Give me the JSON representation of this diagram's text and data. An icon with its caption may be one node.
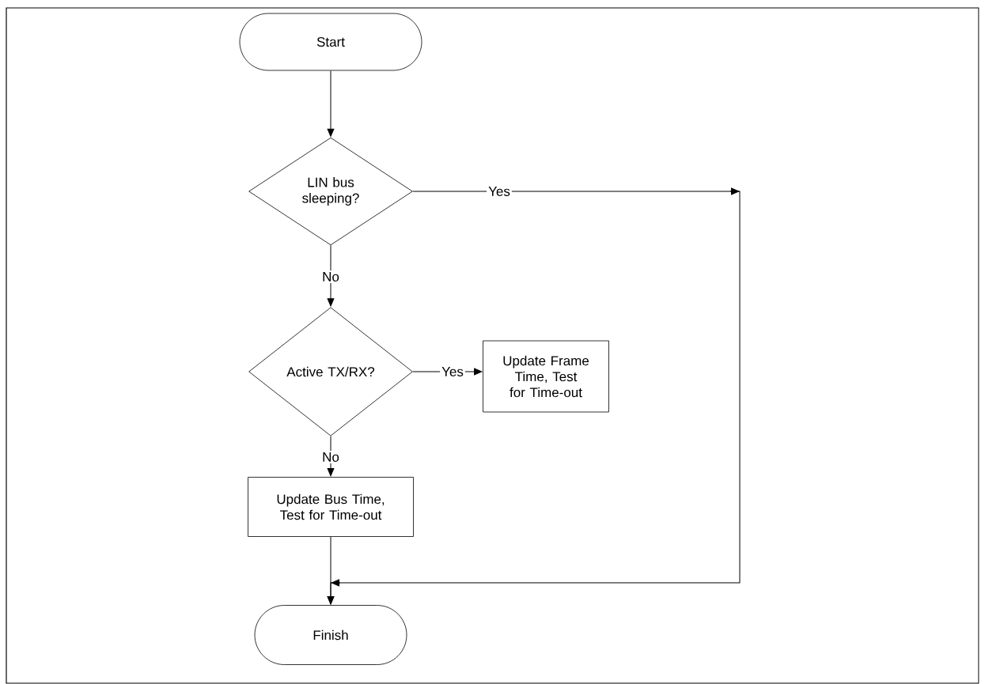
{
  "diagram": {
    "nodes": [
      {
        "text": [
          "Start"
        ]
      },
      {
        "text": [
          "LIN bus sleeping?"
        ]
      },
      {
        "text": [
          "Active TX/RX?"
        ]
      },
      {
        "text": [
          "Update Frame Time, Test for Time-out"
        ]
      },
      {
        "text": [
          "Update Bus Time, Test for Time-out"
        ]
      },
      {
        "text": [
          "Finish"
        ]
      }
    ],
    "edges": [
      {
        "from": 0,
        "to": 1,
        "arrow": "to"
      },
      {
        "from": 1,
        "to": 5,
        "arrow": "to",
        "label": "Yes"
      },
      {
        "from": 1,
        "to": 2,
        "arrow": "to",
        "label": "No"
      },
      {
        "from": 2,
        "to": 3,
        "arrow": "to",
        "label": "Yes"
      },
      {
        "from": 2,
        "to": 4,
        "arrow": "to",
        "label": "No"
      },
      {
        "from": 4,
        "to": 5,
        "arrow": "to"
      }
    ]
  }
}
